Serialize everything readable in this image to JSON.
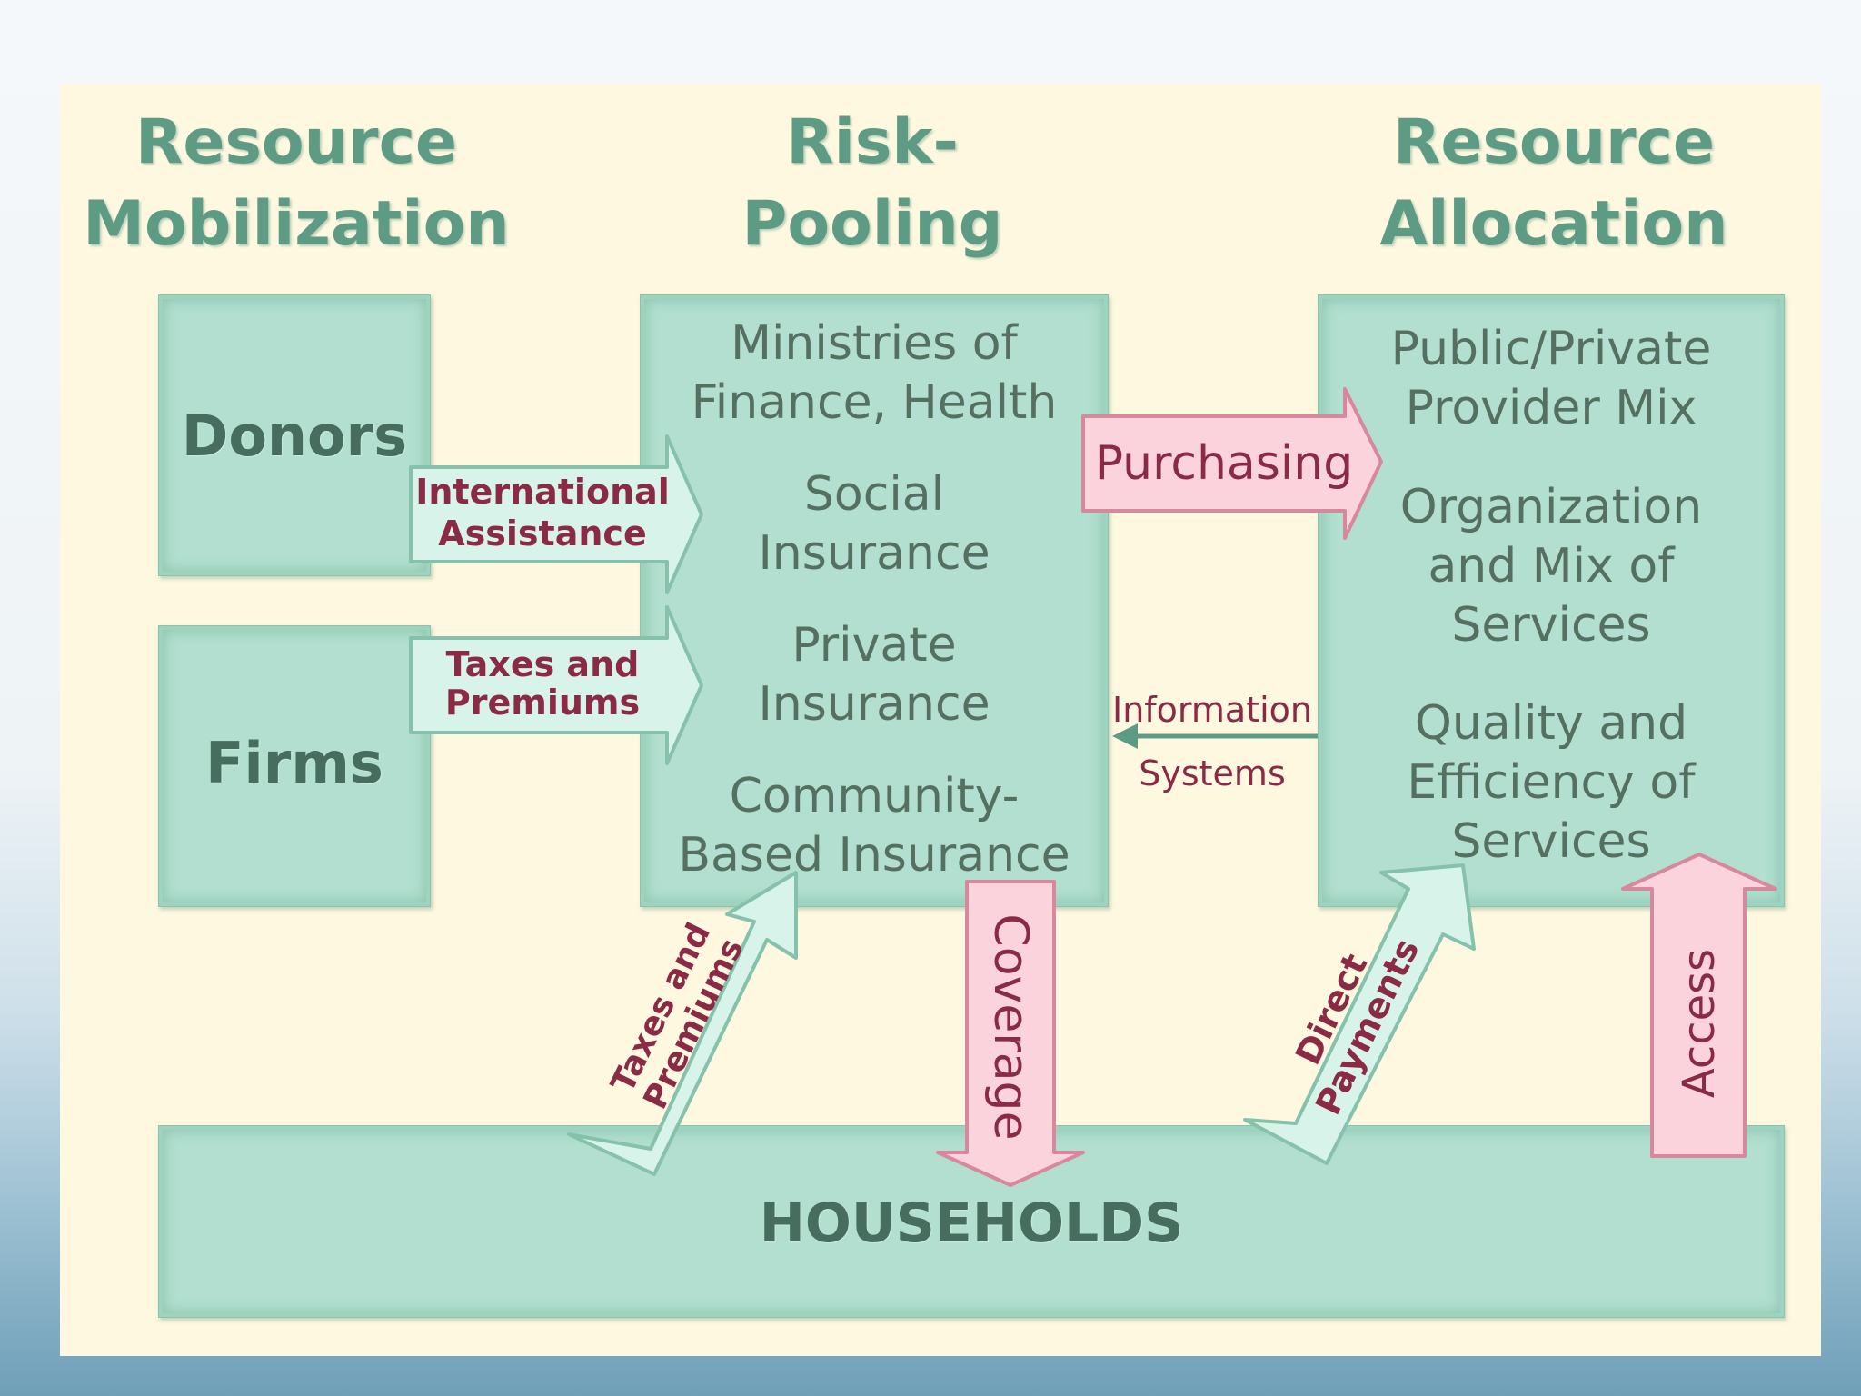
{
  "headings": {
    "mobilization": [
      "Resource",
      "Mobilization"
    ],
    "pooling": [
      "Risk-",
      "Pooling"
    ],
    "allocation": [
      "Resource",
      "Allocation"
    ]
  },
  "sources": {
    "donors": "Donors",
    "firms": "Firms"
  },
  "pooling_items": [
    [
      "Ministries of",
      "Finance, Health"
    ],
    [
      "Social",
      "Insurance"
    ],
    [
      "Private",
      "Insurance"
    ],
    [
      "Community-",
      "Based Insurance"
    ]
  ],
  "allocation_items": [
    [
      "Public/Private",
      "Provider Mix"
    ],
    [
      "Organization",
      "and Mix of",
      "Services"
    ],
    [
      "Quality and",
      "Efficiency of",
      "Services"
    ]
  ],
  "flows": {
    "international_assistance": [
      "International",
      "Assistance"
    ],
    "taxes_premiums_firms": [
      "Taxes and",
      "Premiums"
    ],
    "purchasing": "Purchasing",
    "information_systems": [
      "Information",
      "Systems"
    ],
    "taxes_premiums_households": [
      "Taxes and",
      "Premiums"
    ],
    "coverage": "Coverage",
    "direct_payments": [
      "Direct",
      "Payments"
    ],
    "access": "Access"
  },
  "households": "HOUSEHOLDS",
  "colors": {
    "panel": "#fdf8df",
    "box": "#b2dfcf",
    "heading": "#5e9b84",
    "pink_arrow": "#fad3dd",
    "mint_arrow": "#d8f3ea",
    "arrow_text": "#8a2a45"
  }
}
